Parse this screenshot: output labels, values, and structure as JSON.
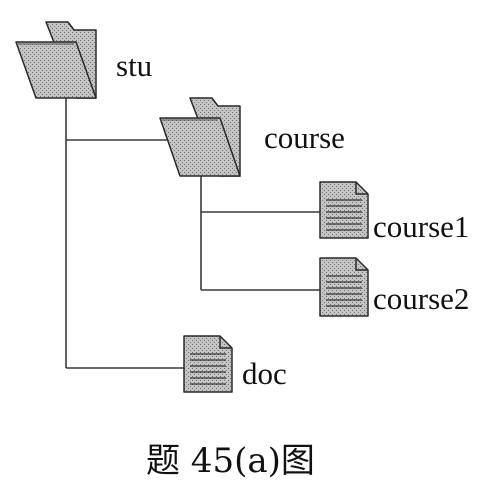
{
  "tree": {
    "root": {
      "label": "stu",
      "icon": "folder-icon"
    },
    "children": [
      {
        "label": "course",
        "icon": "folder-icon",
        "children": [
          {
            "label": "course1",
            "icon": "document-icon"
          },
          {
            "label": "course2",
            "icon": "document-icon"
          }
        ]
      },
      {
        "label": "doc",
        "icon": "document-icon"
      }
    ]
  },
  "caption": "题 45(a)图",
  "colors": {
    "line": "#3a3a3a",
    "icon_fill": "#b9b9b9",
    "icon_stroke": "#2a2a2a"
  }
}
